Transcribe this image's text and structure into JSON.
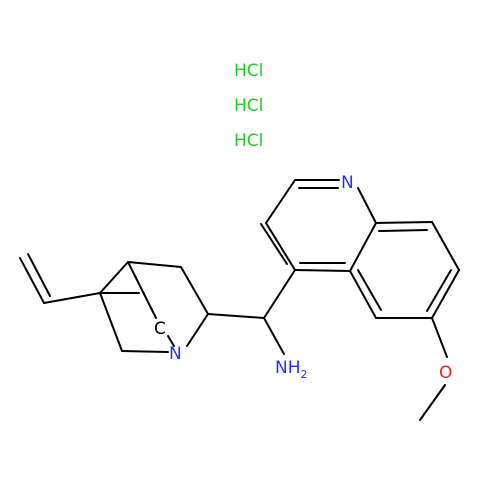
{
  "structure": {
    "salt_labels": [
      "HCl",
      "HCl",
      "HCl"
    ],
    "atoms": {
      "quinoline_n": "N",
      "bridge_n": "N",
      "bridge_c": "C",
      "amine_n": "NH",
      "amine_sub": "2",
      "oxygen": "O"
    },
    "colors": {
      "bond": "#000000",
      "nitrogen": "#2233ee",
      "oxygen": "#ee2222",
      "chlorine": "#22cc22"
    }
  }
}
